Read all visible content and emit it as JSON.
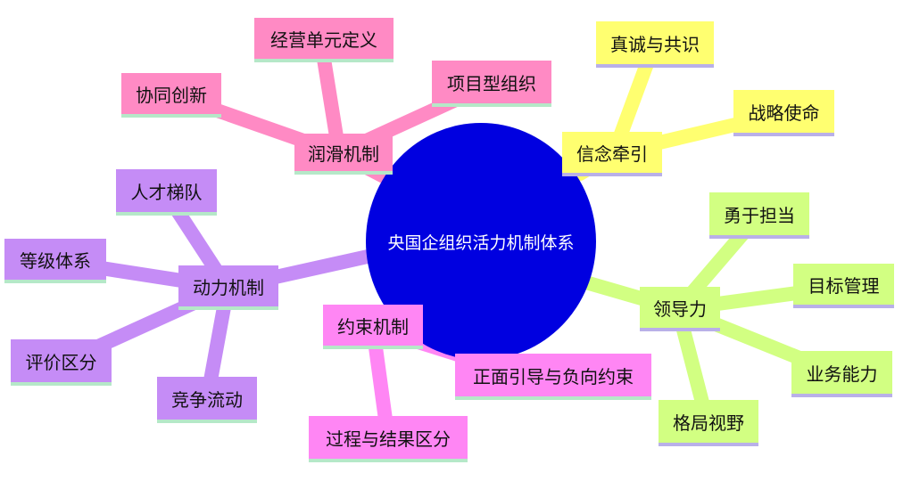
{
  "center": "央国企组织活力机制体系",
  "colors": {
    "center": "#0000e0",
    "pink": "#ff8ac4",
    "yellow": "#ffff70",
    "lime": "#d2ff82",
    "purple": "#c58cf6",
    "magenta": "#ff86f4"
  },
  "branches": {
    "runhua": {
      "label": "润滑机制",
      "children": [
        "经营单元定义",
        "项目型组织",
        "协同创新"
      ]
    },
    "xinnian": {
      "label": "信念牵引",
      "children": [
        "真诚与共识",
        "战略使命"
      ]
    },
    "lingdao": {
      "label": "领导力",
      "children": [
        "勇于担当",
        "目标管理",
        "业务能力",
        "格局视野"
      ]
    },
    "yueshu": {
      "label": "约束机制",
      "children": [
        "正面引导与负向约束",
        "过程与结果区分"
      ]
    },
    "dongli": {
      "label": "动力机制",
      "children": [
        "人才梯队",
        "等级体系",
        "评价区分",
        "竞争流动"
      ]
    }
  }
}
